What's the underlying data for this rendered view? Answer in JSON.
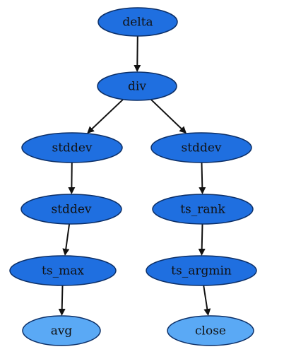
{
  "diagram": {
    "colors": {
      "operator_fill": "#1f6fe0",
      "leaf_fill": "#5aa9f5",
      "outline": "#0c2f67",
      "edge": "#111111",
      "label": "#111111"
    },
    "nodes": {
      "delta": {
        "label": "delta",
        "kind": "operator"
      },
      "div": {
        "label": "div",
        "kind": "operator"
      },
      "stddev_left": {
        "label": "stddev",
        "kind": "operator"
      },
      "stddev_right": {
        "label": "stddev",
        "kind": "operator"
      },
      "stddev_left2": {
        "label": "stddev",
        "kind": "operator"
      },
      "ts_rank": {
        "label": "ts_rank",
        "kind": "operator"
      },
      "ts_max": {
        "label": "ts_max",
        "kind": "operator"
      },
      "ts_argmin": {
        "label": "ts_argmin",
        "kind": "operator"
      },
      "avg": {
        "label": "avg",
        "kind": "leaf"
      },
      "close": {
        "label": "close",
        "kind": "leaf"
      }
    },
    "edges": [
      {
        "from": "delta",
        "to": "div"
      },
      {
        "from": "div",
        "to": "stddev_left"
      },
      {
        "from": "div",
        "to": "stddev_right"
      },
      {
        "from": "stddev_left",
        "to": "stddev_left2"
      },
      {
        "from": "stddev_left2",
        "to": "ts_max"
      },
      {
        "from": "ts_max",
        "to": "avg"
      },
      {
        "from": "stddev_right",
        "to": "ts_rank"
      },
      {
        "from": "ts_rank",
        "to": "ts_argmin"
      },
      {
        "from": "ts_argmin",
        "to": "close"
      }
    ]
  }
}
